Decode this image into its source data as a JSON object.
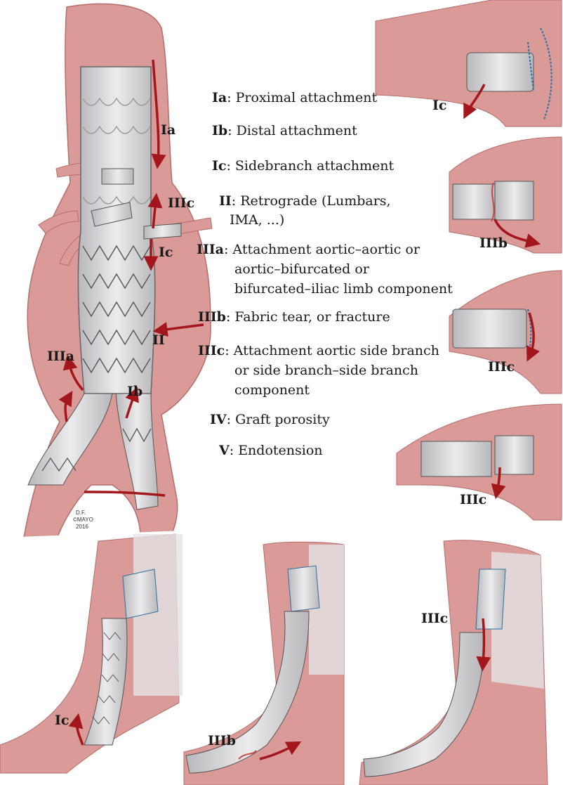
{
  "legend": [
    {
      "code": "Ia",
      "text": ": Proximal attachment"
    },
    {
      "code": "Ib",
      "text": ": Distal attachment"
    },
    {
      "code": "Ic",
      "text": ": Sidebranch attachment"
    },
    {
      "code": "II",
      "text": ": Retrograde (Lumbars,"
    },
    {
      "code": "",
      "text": "IMA, ...)"
    },
    {
      "code": "IIIa",
      "text": ": Attachment aortic–aortic or"
    },
    {
      "code": "",
      "text": "aortic–bifurcated or"
    },
    {
      "code": "",
      "text": "bifurcated–iliac limb component"
    },
    {
      "code": "IIIb",
      "text": ": Fabric tear, or fracture"
    },
    {
      "code": "IIIc",
      "text": ": Attachment aortic side branch"
    },
    {
      "code": "",
      "text": "or side branch–side branch"
    },
    {
      "code": "",
      "text": "component"
    },
    {
      "code": "IV",
      "text": ": Graft porosity"
    },
    {
      "code": "V",
      "text": ": Endotension"
    }
  ],
  "labels": {
    "main_ia": "Ia",
    "main_iiic": "IIIc",
    "main_ic": "Ic",
    "main_ii": "II",
    "main_iiia": "IIIa",
    "main_ib": "Ib",
    "panel1_ic": "Ic",
    "panel2_iiib": "IIIb",
    "panel3_iiic": "IIIc",
    "panel4_iiic": "IIIc",
    "bottom1_ic": "Ic",
    "bottom2_iiib": "IIIb",
    "bottom3_iiic": "IIIc"
  },
  "credit": {
    "line1": "D.F.",
    "line2": "©MAYO",
    "line3": "2016"
  },
  "colors": {
    "vessel": "#d99a98",
    "vessel_dark": "#b56d6b",
    "graft": "#d9d9dc",
    "arrow": "#a3161c"
  }
}
